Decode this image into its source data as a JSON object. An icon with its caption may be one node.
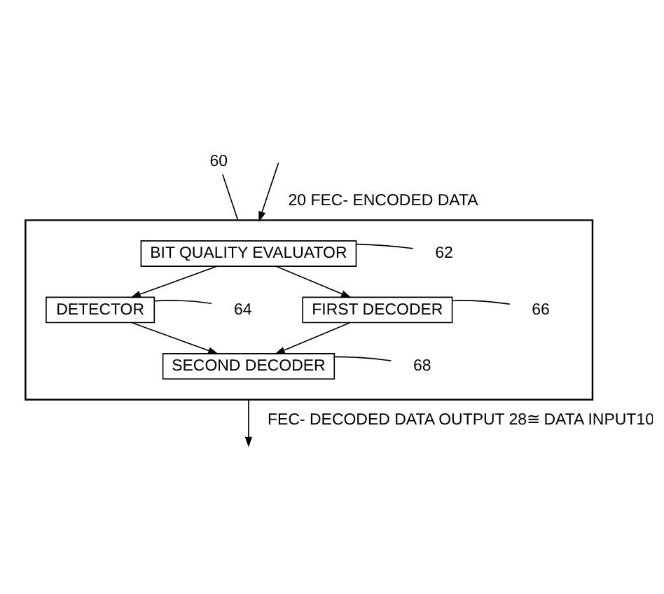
{
  "diagram": {
    "nodes": [
      {
        "text": [],
        "shape": "box"
      },
      {
        "text": [
          "BIT QUALITY EVALUATOR"
        ],
        "in": 0
      },
      {
        "text": [
          "DETECTOR"
        ],
        "in": 0
      },
      {
        "text": [
          "FIRST DECODER"
        ],
        "in": 0
      },
      {
        "text": [
          "SECOND DECODER"
        ],
        "in": 0
      },
      {
        "text": [
          "60"
        ]
      },
      {
        "text": [
          "62"
        ],
        "in": 0
      },
      {
        "text": [
          "64"
        ],
        "in": 0
      },
      {
        "text": [
          "66"
        ],
        "in": 0
      },
      {
        "text": [
          "68"
        ],
        "in": 0
      }
    ],
    "edges": [
      {
        "from": null,
        "to": 0,
        "arrow": "to",
        "label": "20 FEC- ENCODED DATA"
      },
      {
        "from": 1,
        "to": 2,
        "arrow": "to"
      },
      {
        "from": 1,
        "to": 3,
        "arrow": "to"
      },
      {
        "from": 2,
        "to": 4,
        "arrow": "to"
      },
      {
        "from": 3,
        "to": 4,
        "arrow": "to"
      },
      {
        "from": 0,
        "to": null,
        "arrow": "to",
        "label": "FEC- DECODED DATA OUTPUT 28≅ DATA INPUT10"
      },
      {
        "from": 5,
        "to": 0,
        "arrow": "none"
      },
      {
        "from": 6,
        "to": 1,
        "arrow": "none"
      },
      {
        "from": 7,
        "to": 2,
        "arrow": "none"
      },
      {
        "from": 8,
        "to": 3,
        "arrow": "none"
      },
      {
        "from": 9,
        "to": 4,
        "arrow": "none"
      }
    ]
  }
}
